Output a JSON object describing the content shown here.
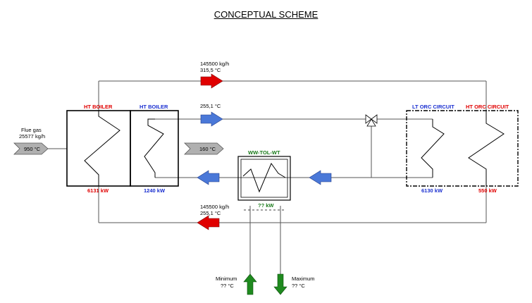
{
  "title": "CONCEPTUAL SCHEME",
  "colors": {
    "hot": "#e00000",
    "cold": "#4a78d8",
    "gas": "#b0b0b0",
    "ambient": "#1f8a1f"
  },
  "top_stream": {
    "flow": "145500 kg/h",
    "temp": "315,5 °C"
  },
  "mid_stream": {
    "temp": "255,1 °C"
  },
  "bottom_stream": {
    "flow": "145500 kg/h",
    "temp": "255,1 °C"
  },
  "flue_gas": {
    "label": "Flue gas",
    "flow": "25577 kg/h",
    "inlet_temp": "950 °C",
    "outlet_temp": "160 °C"
  },
  "ht_boiler": {
    "label": "HT BOILER",
    "power": "6131 kW"
  },
  "ht_boiler2": {
    "label": "HT BOILER",
    "power": "1240 kW"
  },
  "lt_orc": {
    "label": "LT ORC CIRCUIT",
    "power": "6130 kW"
  },
  "ht_orc": {
    "label": "HT ORC CIRCUIT",
    "power": "550 kW"
  },
  "exchanger": {
    "label": "WW-TOL-WT",
    "power": "?? kW"
  },
  "minimum": {
    "label": "Minimum",
    "temp": "?? °C"
  },
  "maximum": {
    "label": "Maximum",
    "temp": "?? °C"
  }
}
